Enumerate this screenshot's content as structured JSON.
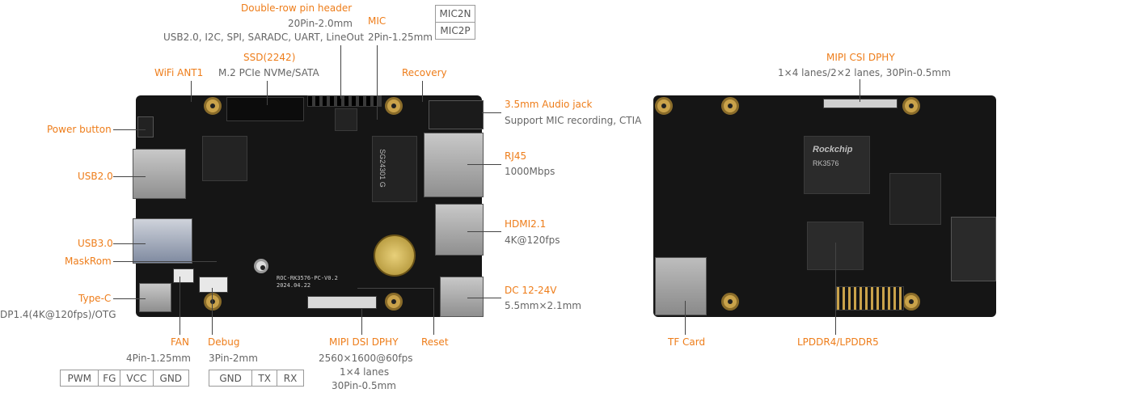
{
  "labels": {
    "double_row": {
      "title": "Double-row pin header",
      "line1": "20Pin-2.0mm",
      "line2": "USB2.0, I2C, SPI, SARADC, UART, LineOut"
    },
    "mic": {
      "title": "MIC",
      "spec": "2Pin-1.25mm",
      "pins": [
        "MIC2N",
        "MIC2P"
      ]
    },
    "ssd": {
      "title": "SSD(2242)",
      "spec": "M.2 PCIe NVMe/SATA"
    },
    "wifi": {
      "title": "WiFi ANT1"
    },
    "recovery": {
      "title": "Recovery"
    },
    "power_button": {
      "title": "Power button"
    },
    "usb2": {
      "title": "USB2.0"
    },
    "usb3": {
      "title": "USB3.0"
    },
    "maskrom": {
      "title": "MaskRom"
    },
    "typec": {
      "title": "Type-C",
      "spec": "DP1.4(4K@120fps)/OTG"
    },
    "fan": {
      "title": "FAN",
      "spec": "4Pin-1.25mm",
      "pins": [
        "PWM",
        "FG",
        "VCC",
        "GND"
      ]
    },
    "debug": {
      "title": "Debug",
      "spec": "3Pin-2mm",
      "pins": [
        "GND",
        "TX",
        "RX"
      ]
    },
    "mipi_dsi": {
      "title": "MIPI DSI DPHY",
      "line1": "2560×1600@60fps",
      "line2": "1×4 lanes",
      "line3": "30Pin-0.5mm"
    },
    "reset": {
      "title": "Reset"
    },
    "audio": {
      "title": "3.5mm Audio jack",
      "spec": "Support MIC recording, CTIA"
    },
    "rj45": {
      "title": "RJ45",
      "spec": "1000Mbps"
    },
    "hdmi": {
      "title": "HDMI2.1",
      "spec": "4K@120fps"
    },
    "dc": {
      "title": "DC 12-24V",
      "spec": "5.5mm×2.1mm"
    },
    "mipi_csi": {
      "title": "MIPI CSI DPHY",
      "spec": "1×4 lanes/2×2 lanes, 30Pin-0.5mm"
    },
    "tf": {
      "title": "TF Card"
    },
    "lpddr": {
      "title": "LPDDR4/LPDDR5"
    }
  },
  "silkscreen": {
    "model": "ROC-RK3576-PC-V0.2",
    "date": "2024.04.22",
    "chip1": "SG24301 G",
    "soc_brand": "Rockchip",
    "soc_model": "RK3576"
  },
  "colors": {
    "accent": "#ee7d1a",
    "text": "#666666",
    "pcb": "#151515"
  }
}
